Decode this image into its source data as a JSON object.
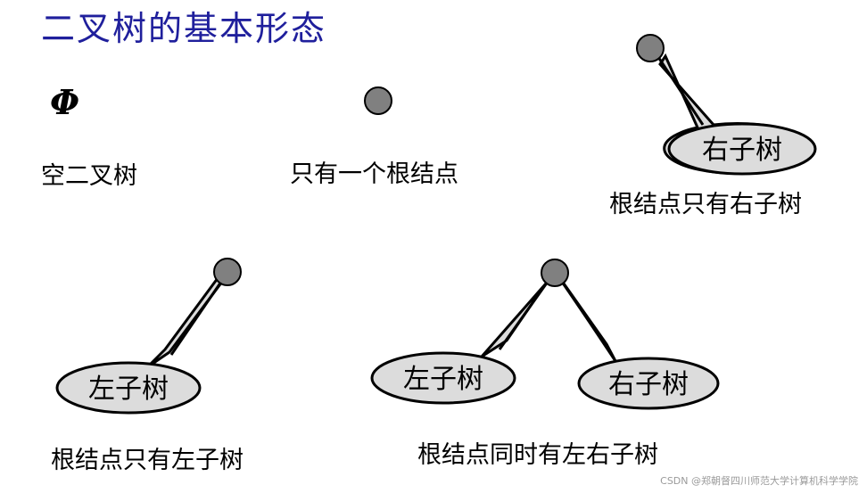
{
  "title": "二叉树的基本形态",
  "empty_symbol": "Φ",
  "forms": {
    "empty": {
      "caption": "空二叉树"
    },
    "root_only": {
      "caption": "只有一个根结点"
    },
    "right_only": {
      "caption": "根结点只有右子树",
      "right_label": "右子树"
    },
    "left_only": {
      "caption": "根结点只有左子树",
      "left_label": "左子树"
    },
    "both": {
      "caption": "根结点同时有左右子树",
      "left_label": "左子树",
      "right_label": "右子树"
    }
  },
  "colors": {
    "title": "#1f1f9c",
    "node_fill": "#808080",
    "bubble_fill": "#dcdcdc",
    "stroke": "#000000"
  },
  "watermark": "CSDN @郑朝督四川师范大学计算机科学学院"
}
